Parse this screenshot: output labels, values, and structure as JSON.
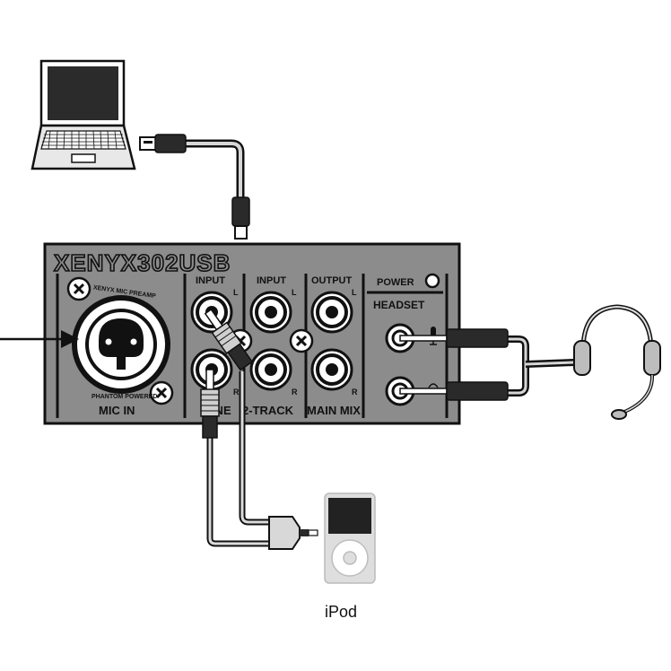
{
  "device": {
    "brand_logo": "XENYX302USB",
    "mic_preamp_text": "XENYX MIC PREAMP",
    "phantom_text": "PHANTOM POWERED",
    "mic_in_label": "MIC IN",
    "line_input_label": "INPUT",
    "line_section_label": "LINE",
    "two_track_input_label": "INPUT",
    "two_track_section_label": "2-TRACK",
    "output_label": "OUTPUT",
    "main_mix_label": "MAIN MIX",
    "channel_left": "L",
    "channel_right": "R",
    "power_label": "POWER",
    "headset_label": "HEADSET"
  },
  "devices": {
    "ipod_label": "iPod"
  },
  "colors": {
    "panel": "#8c8c8c",
    "outline": "#111111",
    "cable_outer": "#1a1a1a",
    "cable_inner": "#cfcfcf",
    "plug_body": "#2a2a2a"
  },
  "icons": [
    "laptop-icon",
    "usb-plug-icon",
    "headset-icon",
    "ipod-icon",
    "xlr-combo-jack-icon",
    "rca-jack-icon",
    "screw-icon"
  ]
}
